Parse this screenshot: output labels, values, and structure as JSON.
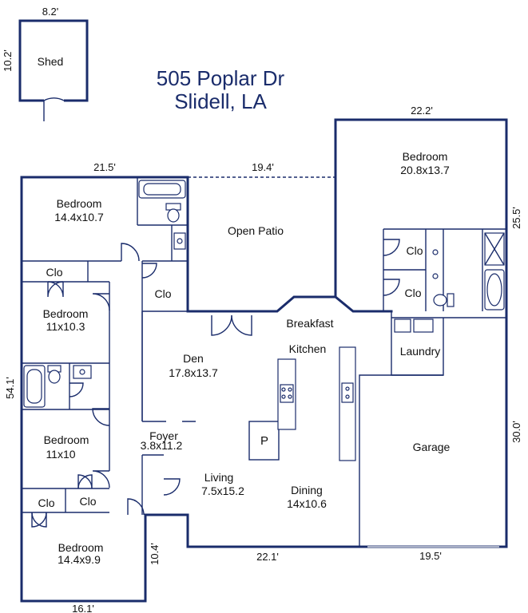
{
  "title": {
    "line1": "505 Poplar Dr",
    "line2": "Slidell, LA"
  },
  "shed": {
    "label": "Shed",
    "width": "8.2'",
    "depth": "10.2'"
  },
  "rooms": {
    "bedroom_nw": {
      "name": "Bedroom",
      "size": "14.4x10.7"
    },
    "clo_1": {
      "name": "Clo"
    },
    "bedroom_w2": {
      "name": "Bedroom",
      "size": "11x10.3"
    },
    "clo_hall": {
      "name": "Clo"
    },
    "open_patio": {
      "name": "Open Patio"
    },
    "bedroom_ne": {
      "name": "Bedroom",
      "size": "20.8x13.7"
    },
    "clo_ne1": {
      "name": "Clo"
    },
    "clo_ne2": {
      "name": "Clo"
    },
    "breakfast": {
      "name": "Breakfast"
    },
    "kitchen": {
      "name": "Kitchen"
    },
    "laundry": {
      "name": "Laundry"
    },
    "den": {
      "name": "Den",
      "size": "17.8x13.7"
    },
    "bedroom_w3": {
      "name": "Bedroom",
      "size": "11x10"
    },
    "foyer": {
      "name": "Foyer",
      "size": "3.8x11.2"
    },
    "pantry": {
      "name": "P"
    },
    "garage": {
      "name": "Garage"
    },
    "living": {
      "name": "Living",
      "size": "7.5x15.2"
    },
    "dining": {
      "name": "Dining",
      "size": "14x10.6"
    },
    "clo_sw1": {
      "name": "Clo"
    },
    "clo_sw2": {
      "name": "Clo"
    },
    "bedroom_sw": {
      "name": "Bedroom",
      "size": "14.4x9.9"
    }
  },
  "dimensions": {
    "top_left": "21.5'",
    "patio_width": "19.4'",
    "top_right": "22.2'",
    "right_upper": "25.5'",
    "right_lower": "30.0'",
    "left_side": "54.1'",
    "bottom_middle": "22.1'",
    "bottom_right": "19.5'",
    "bottom_left": "16.1'",
    "sw_jog": "10.4'"
  },
  "colors": {
    "wall": "#1a2c6b",
    "text": "#111111"
  }
}
